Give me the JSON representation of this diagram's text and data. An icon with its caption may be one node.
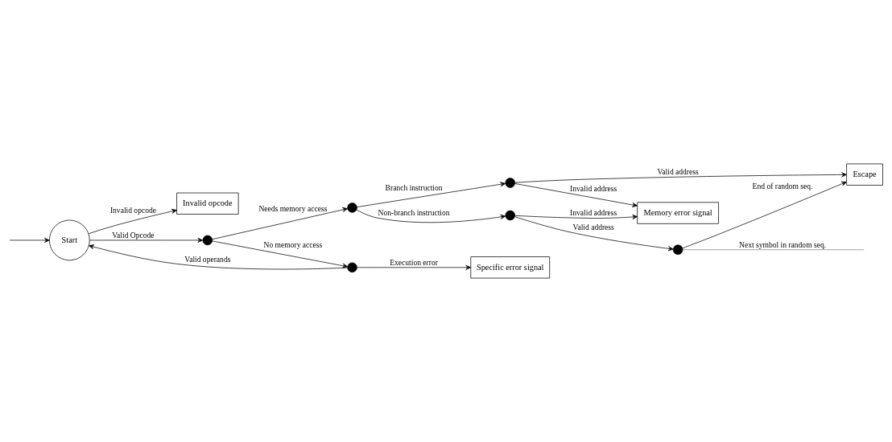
{
  "diagram": {
    "nodes": [
      {
        "text": [
          "Start"
        ]
      },
      {
        "text": [
          "Invalid opcode"
        ]
      },
      {
        "text": [
          "Specific error signal"
        ]
      },
      {
        "text": [
          "Memory error signal"
        ]
      },
      {
        "text": [
          "Escape"
        ]
      },
      {
        "text": [],
        "shape": "circle"
      },
      {
        "text": [],
        "shape": "circle"
      },
      {
        "text": [],
        "shape": "circle"
      },
      {
        "text": [],
        "shape": "circle"
      },
      {
        "text": [],
        "shape": "circle"
      },
      {
        "text": [],
        "shape": "circle"
      }
    ],
    "edges": [
      {
        "from": null,
        "to": 0,
        "arrow": "to"
      },
      {
        "from": 0,
        "to": 1,
        "label": "Invalid opcode",
        "arrow": "to"
      },
      {
        "from": 6,
        "to": 0,
        "label": "Valid operands",
        "arrow": "to"
      },
      {
        "from": 0,
        "to": 5,
        "label": "Valid Opcode",
        "arrow": "to"
      },
      {
        "from": 6,
        "to": 2,
        "label": "Execution error",
        "arrow": "to"
      },
      {
        "from": 5,
        "to": 6,
        "label": "No memory access",
        "arrow": "to"
      },
      {
        "from": 5,
        "to": 7,
        "label": "Needs memory access",
        "arrow": "to"
      },
      {
        "from": 7,
        "to": 8,
        "label": "Non-branch instruction",
        "arrow": "to"
      },
      {
        "from": 7,
        "to": 9,
        "label": "Branch instruction",
        "arrow": "to"
      },
      {
        "from": 8,
        "to": 10,
        "label": "Valid address",
        "arrow": "to"
      },
      {
        "from": 8,
        "to": 3,
        "label": "Invalid address",
        "arrow": "to"
      },
      {
        "from": 9,
        "to": 3,
        "label": "Invalid address",
        "arrow": "to"
      },
      {
        "from": 9,
        "to": 4,
        "label": "Valid address",
        "arrow": "to"
      },
      {
        "from": 10,
        "to": 4,
        "label": "End of random seq.",
        "arrow": "to"
      },
      {
        "from": 10,
        "to": null,
        "label": "Next symbol in random seq.",
        "arrow": "none",
        "color": "#808080"
      }
    ]
  }
}
